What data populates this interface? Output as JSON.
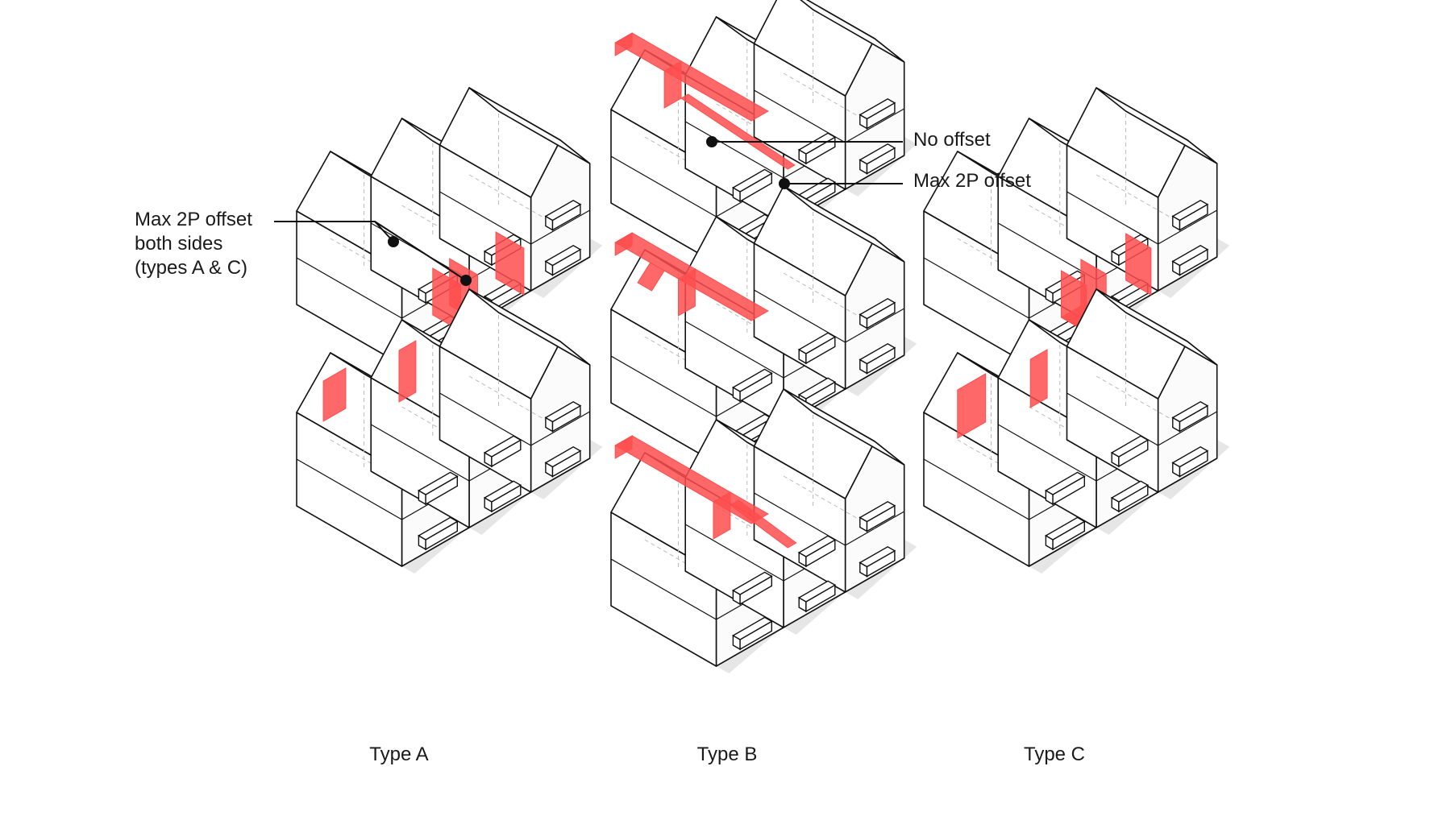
{
  "callouts": {
    "both_sides_line1": "Max 2P offset",
    "both_sides_line2": "both sides",
    "both_sides_line3": "(types A & C)",
    "no_offset": "No offset",
    "max_offset": "Max 2P offset"
  },
  "type_labels": [
    "Type A",
    "Type B",
    "Type C"
  ],
  "colors": {
    "zone": "#ff4d4d",
    "line": "#111111",
    "shadow": "#e6e6e6",
    "face_light": "#ffffff",
    "face_side": "#fbfbfb"
  }
}
